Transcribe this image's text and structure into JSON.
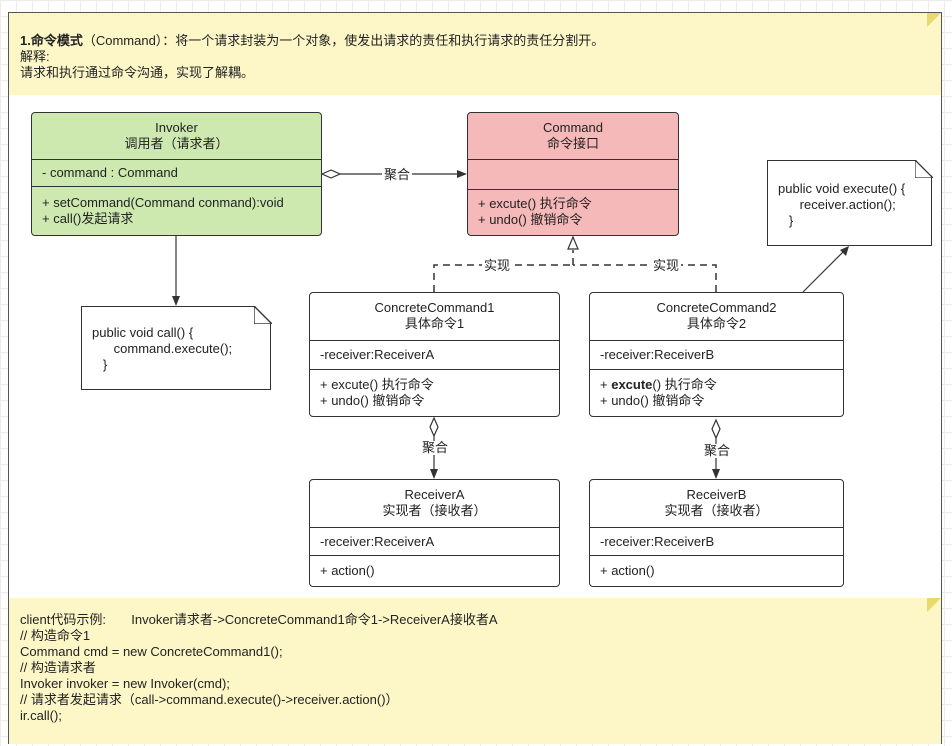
{
  "header_note": {
    "line1_title": "1.命令模式",
    "line1_rest": "（Command）：将一个请求封装为一个对象，使发出请求的责任和执行请求的责任分割开。",
    "line2": "解释:",
    "line3": "请求和执行通过命令沟通，实现了解耦。"
  },
  "invoker": {
    "name": "Invoker",
    "subtitle": "调用者（请求者）",
    "attribute": "- command : Command",
    "methods": [
      "+ setCommand(Command conmand):void",
      "+ call()发起请求"
    ]
  },
  "command": {
    "name": "Command",
    "subtitle": "命令接口",
    "methods": [
      "+ excute() 执行命令",
      "+ undo() 撤销命令"
    ]
  },
  "concrete1": {
    "name": "ConcreteCommand1",
    "subtitle": "具体命令1",
    "attribute": "-receiver:ReceiverA",
    "methods": [
      "+ excute() 执行命令",
      "+ undo() 撤销命令"
    ]
  },
  "concrete2": {
    "name": "ConcreteCommand2",
    "subtitle": "具体命令2",
    "attribute": "-receiver:ReceiverB",
    "method1_prefix": "+ ",
    "method1_bold": "excute",
    "method1_rest": "() 执行命令",
    "method2": "+ undo() 撤销命令"
  },
  "receiverA": {
    "name": "ReceiverA",
    "subtitle": "实现者（接收者）",
    "attribute": "-receiver:ReceiverA",
    "method": "+ action()"
  },
  "receiverB": {
    "name": "ReceiverB",
    "subtitle": "实现者（接收者）",
    "attribute": "-receiver:ReceiverB",
    "method": "+ action()"
  },
  "call_note": {
    "lines": [
      "public void call() {",
      "      command.execute();",
      "   }"
    ]
  },
  "execute_note": {
    "lines": [
      "public void execute() {",
      "      receiver.action();",
      "   }"
    ]
  },
  "labels": {
    "aggregate_top": "聚合",
    "realize_left": "实现",
    "realize_right": "实现",
    "aggregate_a": "聚合",
    "aggregate_b": "聚合"
  },
  "footer_note": {
    "lines": [
      "client代码示例:       Invoker请求者->ConcreteCommand1命令1->ReceiverA接收者A",
      "// 构造命令1",
      "Command cmd = new ConcreteCommand1();",
      "// 构造请求者",
      "Invoker invoker = new Invoker(cmd);",
      "// 请求者发起请求（call->command.execute()->receiver.action()）",
      "ir.call();"
    ]
  },
  "colors": {
    "note_bg": "#fdf7c8",
    "invoker_bg": "#cde9b0",
    "command_bg": "#f5b9b9"
  }
}
